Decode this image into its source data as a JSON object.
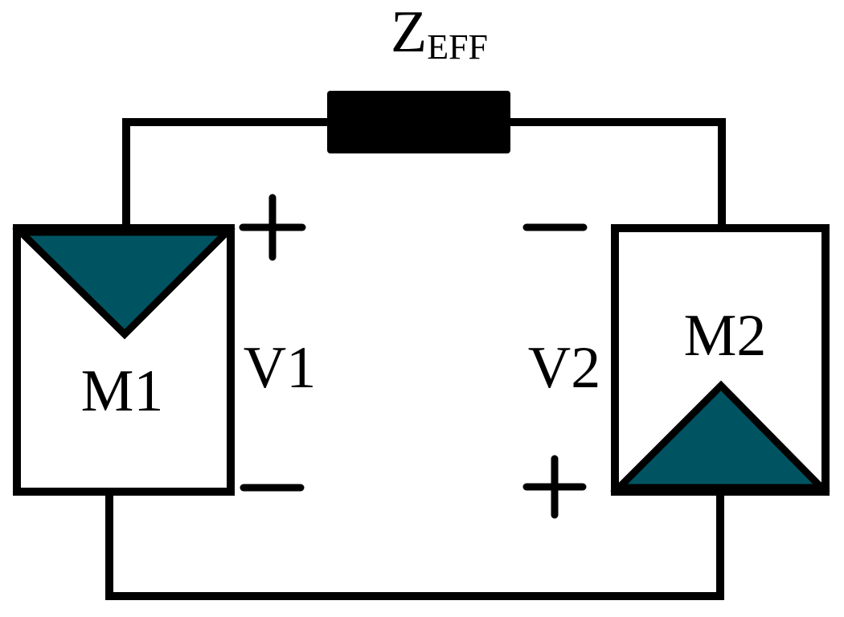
{
  "colors": {
    "stroke": "#000000",
    "module_fill": "#005462",
    "impedance_fill": "#000000",
    "background": "#ffffff"
  },
  "impedance": {
    "label_main": "Z",
    "label_sub": "EFF"
  },
  "module1": {
    "label": "M1",
    "voltage_label": "V1",
    "polarity_top": "+",
    "polarity_bottom": "−"
  },
  "module2": {
    "label": "M2",
    "voltage_label": "V2",
    "polarity_top": "−",
    "polarity_bottom": "+"
  }
}
